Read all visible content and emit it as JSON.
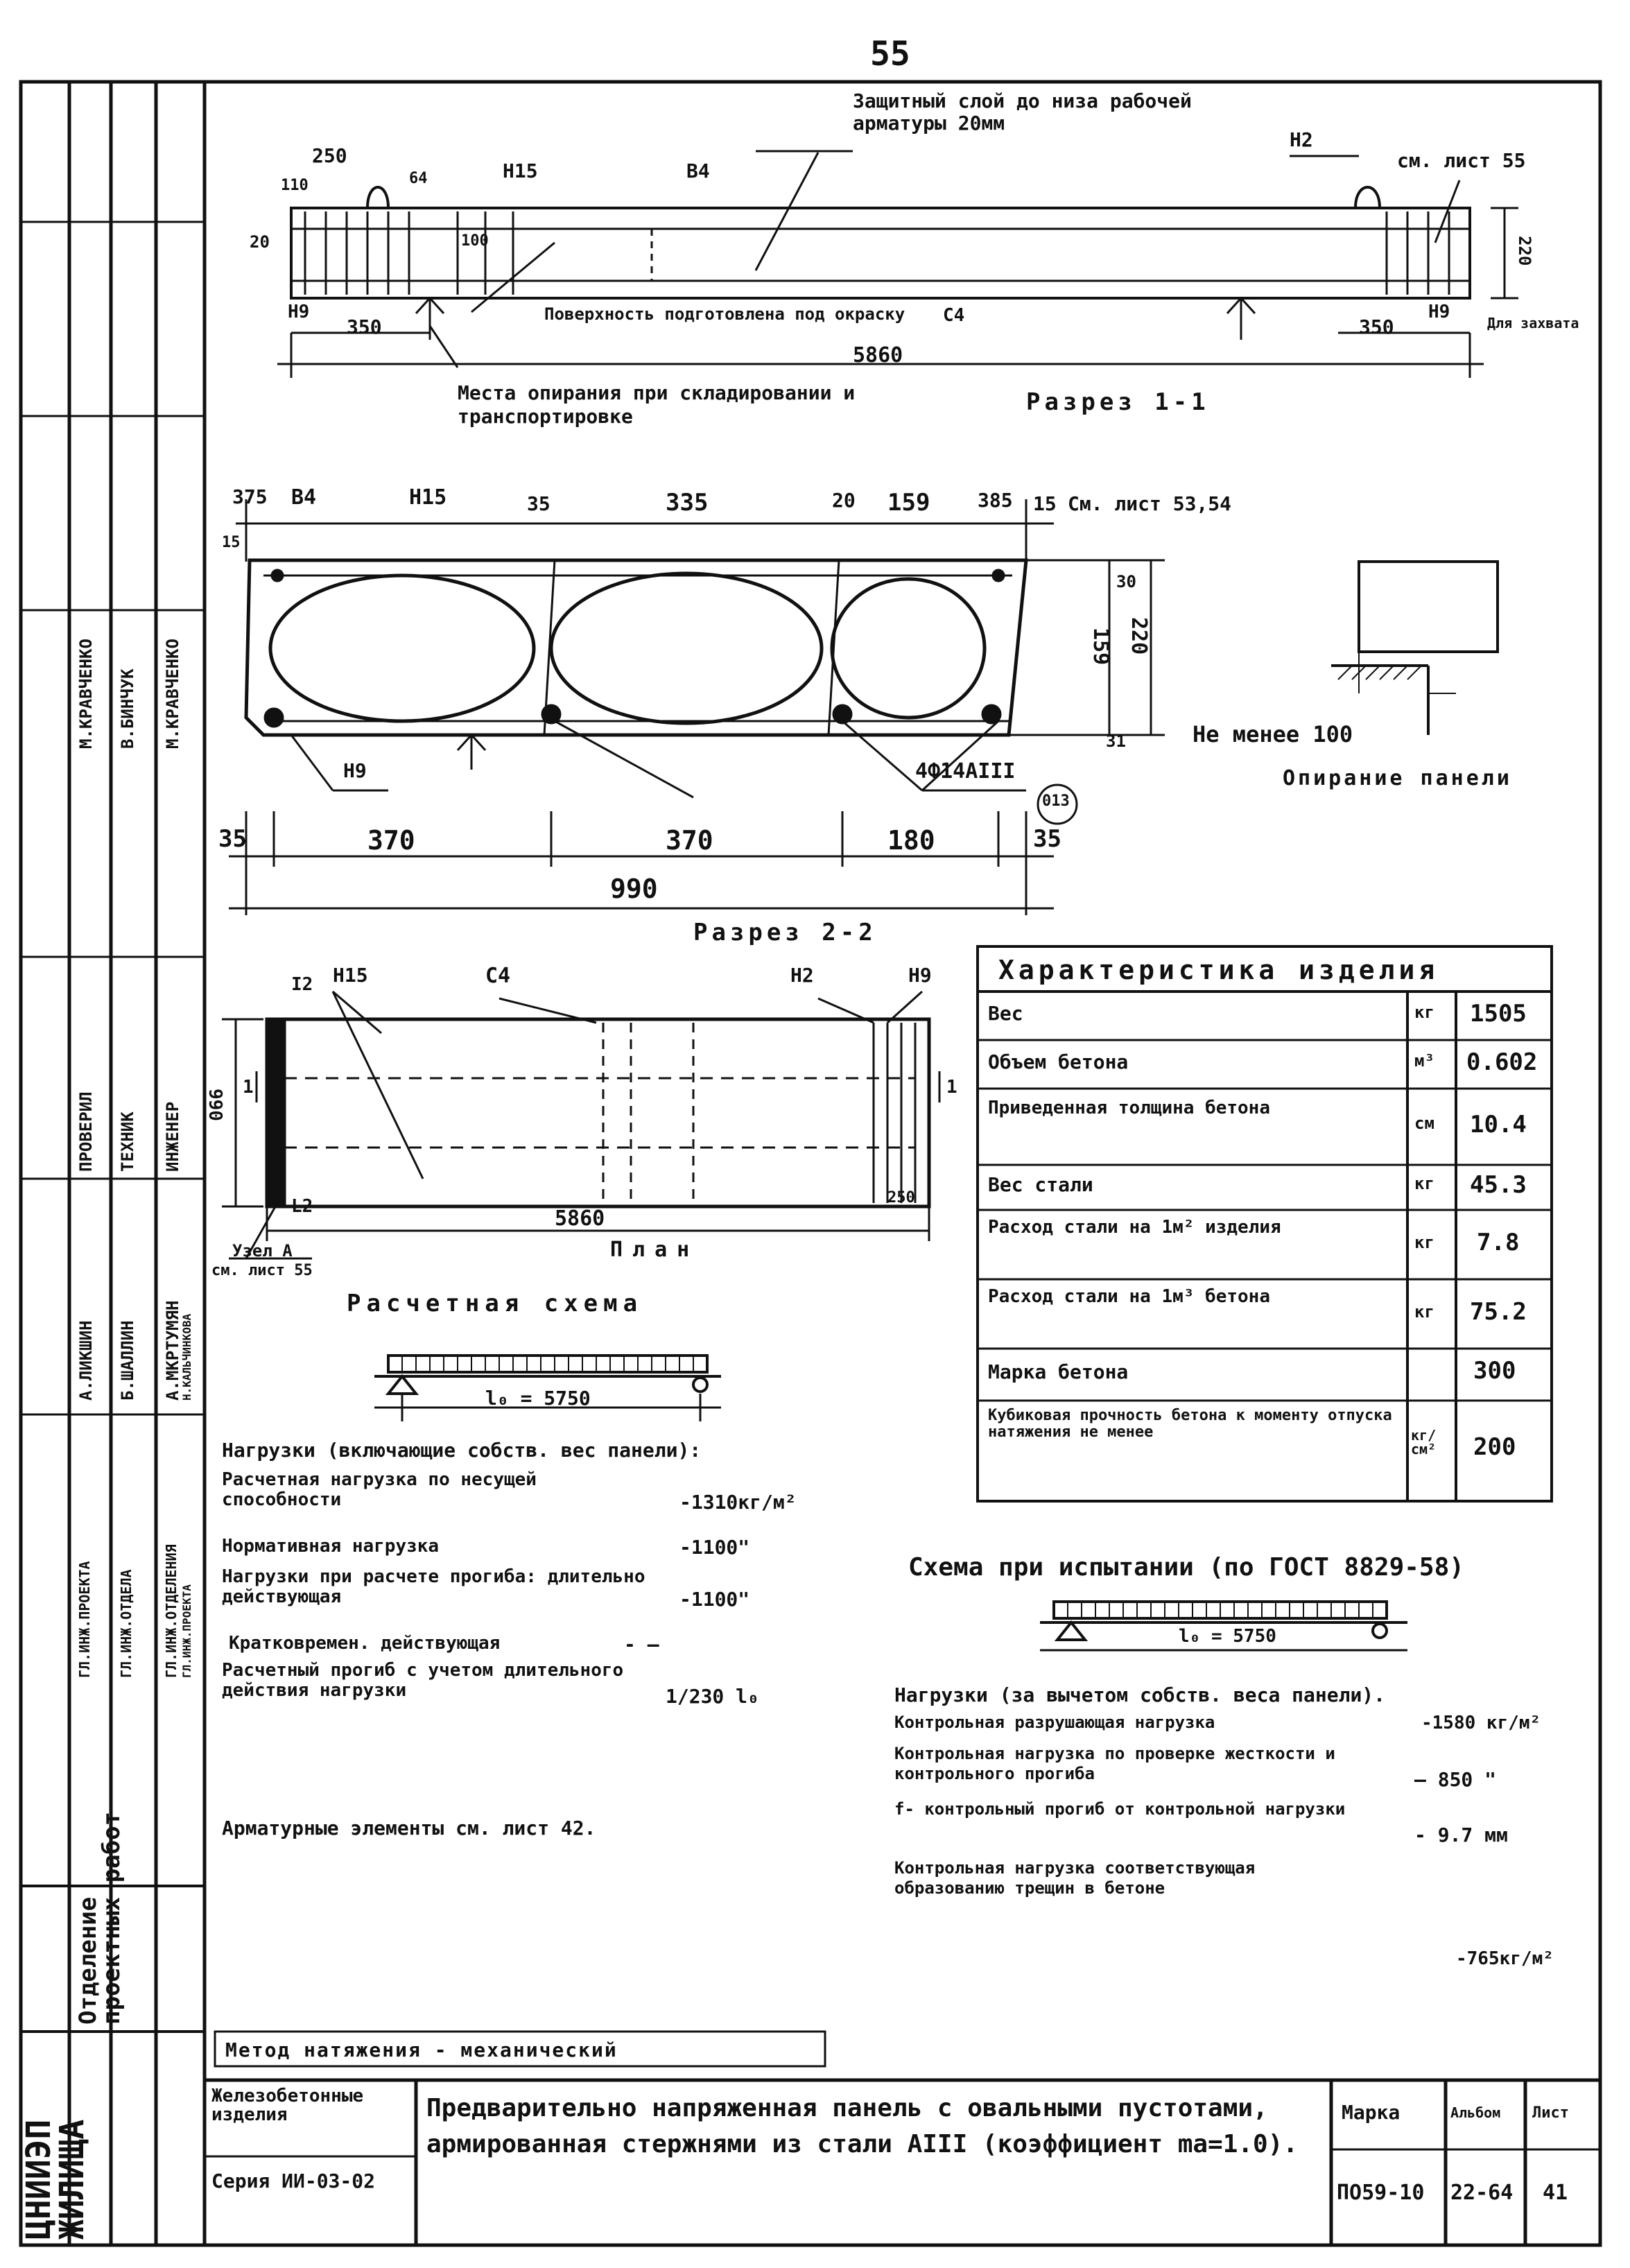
{
  "page_number": "55",
  "section_1_1": {
    "cover_note": "Защитный слой до низа рабочей арматуры 20мм",
    "dims": [
      "250",
      "110",
      "64",
      "20",
      "100",
      "350",
      "350",
      "5860",
      "220"
    ],
    "marks": [
      "Н15",
      "В4",
      "Н2",
      "Н9",
      "Н9",
      "С4"
    ],
    "sheet_ref": "см. лист 55",
    "surface_note": "Поверхность подготовлена под окраску",
    "lifting_note": "Места опирания при складировании и транспортировке",
    "anchor_note": "Для захвата",
    "title": "Разрез 1-1"
  },
  "section_2_2": {
    "top_dims": [
      "375",
      "В4",
      "Н15",
      "35",
      "335",
      "20",
      "159",
      "385",
      "15"
    ],
    "sheet_ref": "См. лист 53,54",
    "side_dims": [
      "30",
      "159",
      "220",
      "31",
      "15"
    ],
    "marks": [
      "Н9",
      "4Ф14АIII",
      "013"
    ],
    "bottom_dims": [
      "35",
      "370",
      "370",
      "180",
      "35"
    ],
    "total": "990",
    "title": "Разрез 2-2"
  },
  "support_detail": {
    "note": "Не менее 100",
    "title": "Опирание панели"
  },
  "plan": {
    "marks": [
      "Н15",
      "С4",
      "Н2",
      "Н9"
    ],
    "labels": [
      "I2",
      "L2",
      "1",
      "1"
    ],
    "dims": [
      "990",
      "5860",
      "250"
    ],
    "node_note": "Узел А",
    "node_ref": "см. лист 55",
    "title": "План"
  },
  "calc_scheme": {
    "title": "Расчетная схема",
    "span": "l₀ = 5750",
    "loads_header": "Нагрузки (включающие собств. вес панели):",
    "rows": [
      {
        "label": "Расчетная нагрузка по несущей способности",
        "value": "-1310кг/м²"
      },
      {
        "label": "Нормативная нагрузка",
        "value": "-1100\""
      },
      {
        "label": "Нагрузки при расчете прогиба: длительно действующая",
        "value": "-1100\""
      },
      {
        "label": "Кратковремен. действующая",
        "value": "-  —"
      },
      {
        "label": "Расчетный прогиб с учетом длительного действия нагрузки",
        "value": "1/230 l₀"
      }
    ],
    "rebar_note": "Арматурные элементы см. лист 42."
  },
  "characteristics": {
    "title": "Характеристика изделия",
    "rows": [
      {
        "name": "Вес",
        "unit": "кг",
        "value": "1505"
      },
      {
        "name": "Объем бетона",
        "unit": "м³",
        "value": "0.602"
      },
      {
        "name": "Приведенная толщина бетона",
        "unit": "см",
        "value": "10.4"
      },
      {
        "name": "Вес стали",
        "unit": "кг",
        "value": "45.3"
      },
      {
        "name": "Расход стали на 1м² изделия",
        "unit": "кг",
        "value": "7.8"
      },
      {
        "name": "Расход стали на 1м³ бетона",
        "unit": "кг",
        "value": "75.2"
      },
      {
        "name": "Марка бетона",
        "unit": "",
        "value": "300"
      },
      {
        "name": "Кубиковая прочность бетона к моменту отпуска натяжения не менее",
        "unit": "кг/см²",
        "value": "200"
      }
    ]
  },
  "test_scheme": {
    "title": "Схема при испытании (по ГОСТ 8829-58)",
    "span": "l₀ = 5750",
    "loads_header": "Нагрузки (за вычетом собств. веса панели).",
    "rows": [
      {
        "label": "Контрольная разрушающая нагрузка",
        "value": "-1580 кг/м²"
      },
      {
        "label": "Контрольная нагрузка по проверке жесткости и контрольного прогиба",
        "value": "— 850 \""
      },
      {
        "label": "f- контрольный прогиб от контрольной нагрузки",
        "value": "- 9.7 мм"
      },
      {
        "label": "Контрольная нагрузка соответствующая образованию трещин в бетоне",
        "value": "-765кг/м²"
      }
    ]
  },
  "method_note": "Метод натяжения - механический",
  "left_strip": {
    "signers": [
      "А.МКРТУМЯН",
      "Б.ШАЛЛИН",
      "А.ЛИКШИН",
      "Н.КАЛЬЧИНКОВА"
    ],
    "roles": [
      "ГЛ.ИНЖ.ОТДЕЛЕНИЯ",
      "ГЛ.ИНЖ.ОТДЕЛА",
      "ГЛ.ИНЖ.ПРОЕКТА",
      "ГЛ.ИНЖ.ПРОЕКТА"
    ],
    "roles2": [
      "ИНЖЕНЕР",
      "ТЕХНИК",
      "ПРОВЕРИЛ"
    ],
    "names2": [
      "М.КРАВЧЕНКО",
      "В.БИНЧУК",
      "М.КРАВЧЕНКО"
    ],
    "org1": "ЦНИИЭП ЖИЛИЩА",
    "org2": "Отделение проектных работ"
  },
  "title_block": {
    "category": "Железобетонные изделия",
    "series": "Серия ИИ-03-02",
    "description": "Предварительно напряженная панель с овальными пустотами, армированная стержнями из стали АIII (коэффициент mа=1.0).",
    "mark_label": "Марка",
    "album_label": "Альбом",
    "sheet_label": "Лист",
    "mark": "ПО59-10",
    "album": "22-64",
    "sheet": "41"
  }
}
